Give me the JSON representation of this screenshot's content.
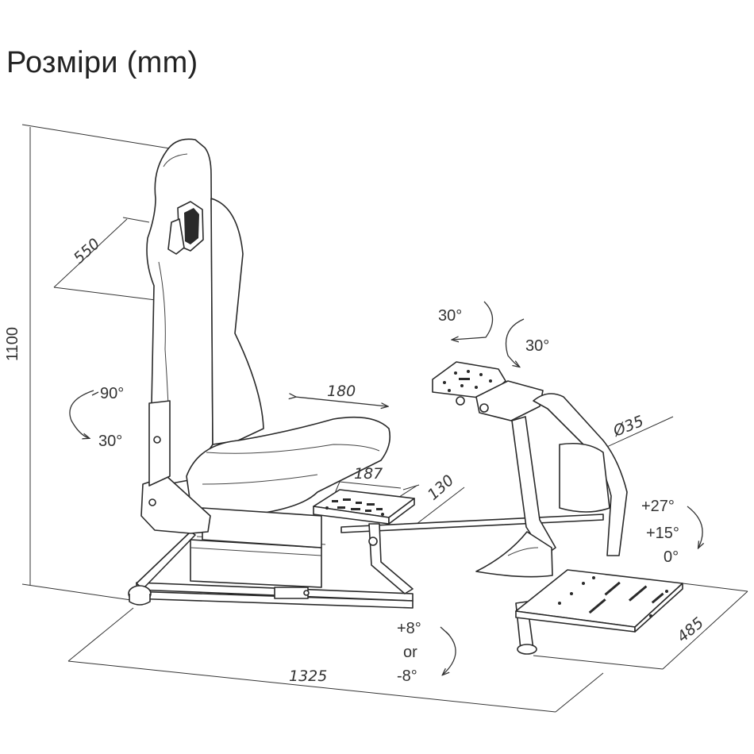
{
  "title": "Розміри (mm)",
  "dimensions": {
    "height": "1100",
    "seat_width": "550",
    "slide": "180",
    "plate_width": "187",
    "plate_depth": "130",
    "tube": "Ø35",
    "length": "1325",
    "base_width": "485"
  },
  "angles": {
    "wheel_rotate_a": "30°",
    "wheel_rotate_b": "30°",
    "seat_back_fwd": "90°",
    "seat_back_rev": "30°",
    "pedal_27": "+27°",
    "pedal_15": "+15°",
    "pedal_0": "0°",
    "plate_plus": "+8°",
    "plate_or": "or",
    "plate_minus": "-8°"
  }
}
